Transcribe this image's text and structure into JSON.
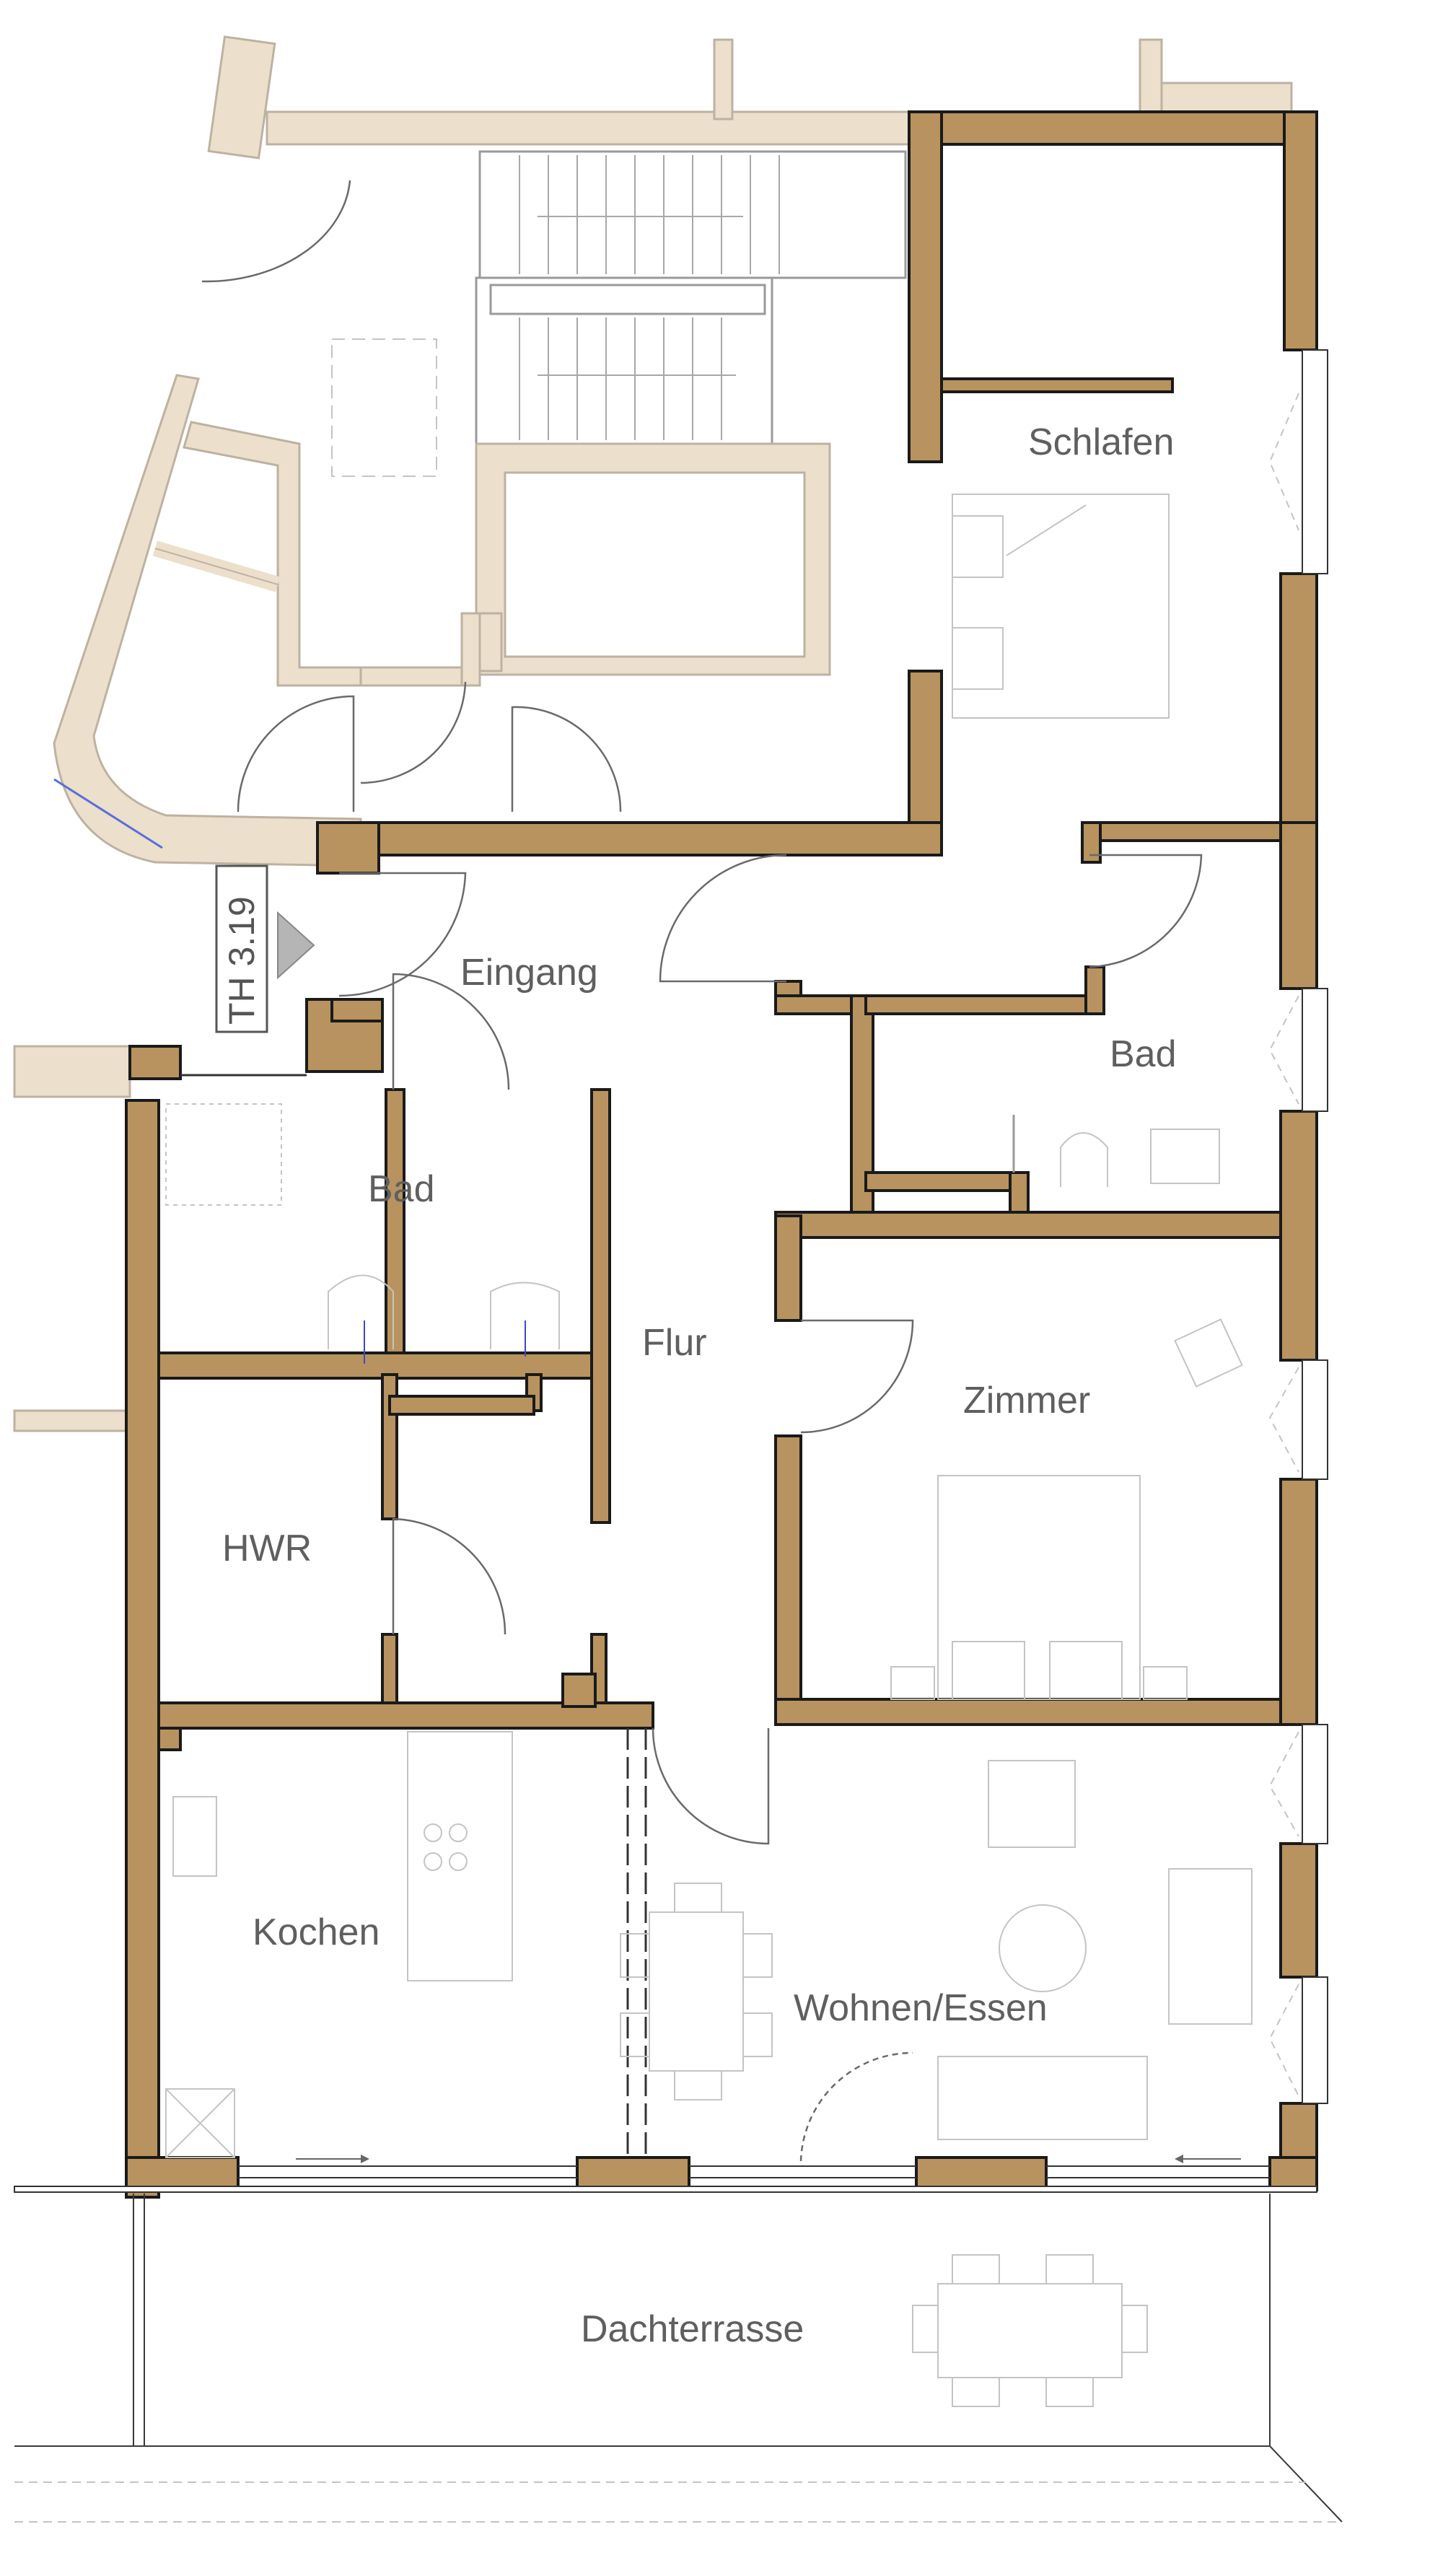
{
  "plan": {
    "rooms": {
      "schlafen": "Schlafen",
      "eingang": "Eingang",
      "bad_1": "Bad",
      "bad_2": "Bad",
      "flur": "Flur",
      "zimmer": "Zimmer",
      "hwr": "HWR",
      "kochen": "Kochen",
      "wohnen_essen": "Wohnen/Essen",
      "dachterrasse": "Dachterrasse"
    },
    "entrance_marker": "TH 3.19",
    "colors": {
      "wall": "#b8935f",
      "wall_light": "#d9b98a",
      "neighbor": "#ecdfcc",
      "outline": "#1a1a1a"
    }
  }
}
